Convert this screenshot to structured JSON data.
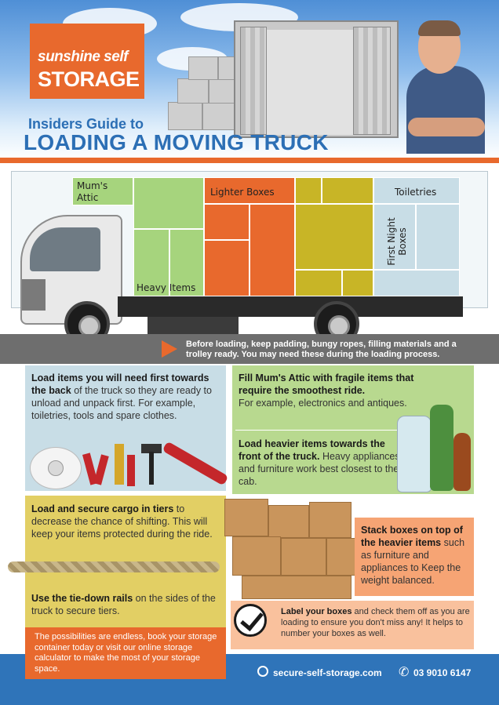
{
  "brand": {
    "line1": "sunshine self",
    "line2": "STORAGE"
  },
  "title": {
    "line1": "Insiders Guide to",
    "line2": "LOADING A MOVING TRUCK"
  },
  "cargo": {
    "mums_attic": "Mum's Attic",
    "lighter_boxes": "Lighter Boxes",
    "toiletries": "Toiletries",
    "first_night_boxes": "First Night Boxes",
    "heavy_items": "Heavy Items"
  },
  "strip": {
    "text": "Before loading, keep padding, bungy ropes, filling materials and a trolley ready. You may need these during the loading process."
  },
  "tips": {
    "back": {
      "bold": "Load items you will need first towards the back",
      "rest": " of the truck so they are ready to unload and unpack first.  For example, toiletries, tools and spare clothes."
    },
    "attic": {
      "bold": "Fill Mum's Attic with fragile items that require the smoothest ride.",
      "rest": "For example, electronics and antiques."
    },
    "heavy": {
      "bold": "Load heavier items towards the front of the truck.",
      "rest": " Heavy appliances and furniture work best closest to the cab."
    },
    "tiers": {
      "bold": "Load and secure cargo in tiers",
      "rest": " to decrease the chance of shifting. This will keep your items protected during the ride."
    },
    "rails": {
      "bold": "Use the tie-down rails",
      "rest": " on the sides of the truck to secure tiers."
    },
    "stack": {
      "bold": "Stack boxes on top of the heavier items",
      "rest": " such as furniture and appliances to Keep the weight balanced."
    },
    "label": {
      "bold": "Label your boxes",
      "rest": " and check them off as you are loading to ensure you don't miss any!  It helps to number your boxes as well."
    }
  },
  "cta": {
    "text": "The possibilities are endless, book your storage container today or visit our online storage calculator to make the most of your storage space."
  },
  "footer": {
    "website": "secure-self-storage.com",
    "phone": "03 9010 6147"
  },
  "colors": {
    "orange": "#e8692d",
    "blue": "#2c6fb5",
    "green": "#a6d47d",
    "yellow": "#c8b526",
    "light_blue": "#c8dde6"
  }
}
